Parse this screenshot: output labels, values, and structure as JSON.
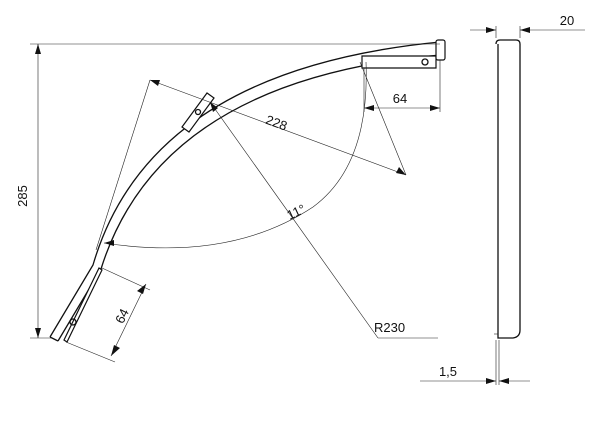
{
  "dimensions": {
    "height_total": "285",
    "top_length": "64",
    "bottom_length": "64",
    "arc_length": "228",
    "angle": "11°",
    "radius": "R230",
    "profile_width": "20",
    "thickness": "1,5"
  }
}
